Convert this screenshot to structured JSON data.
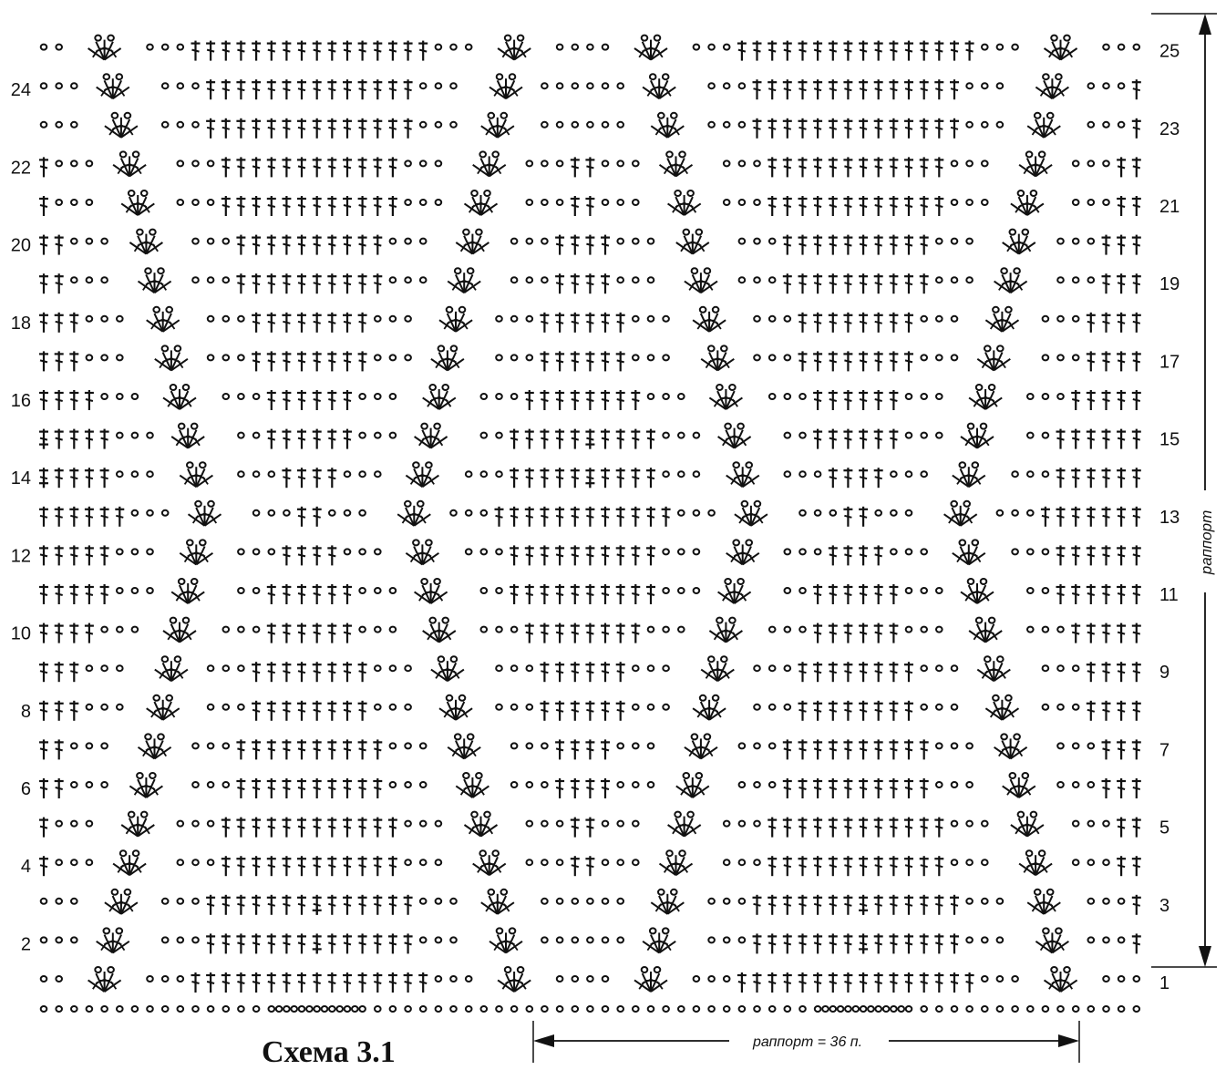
{
  "diagram": {
    "title": "Схема 3.1",
    "rapport_vertical_label": "раппорт",
    "rapport_horizontal_label": "раппорт = 36 п.",
    "rows_left": [
      "2",
      "4",
      "6",
      "8",
      "10",
      "12",
      "14",
      "16",
      "18",
      "20",
      "22",
      "24"
    ],
    "rows_right": [
      "1",
      "3",
      "5",
      "7",
      "9",
      "11",
      "13",
      "15",
      "17",
      "19",
      "21",
      "23",
      "25"
    ],
    "row_count": 25,
    "stitches_per_rapport": 36,
    "symbols": {
      "chain": "chain-stitch-circle",
      "dc": "double-crochet-cross",
      "sc": "single-crochet-plus",
      "fan": "fan-group"
    }
  }
}
